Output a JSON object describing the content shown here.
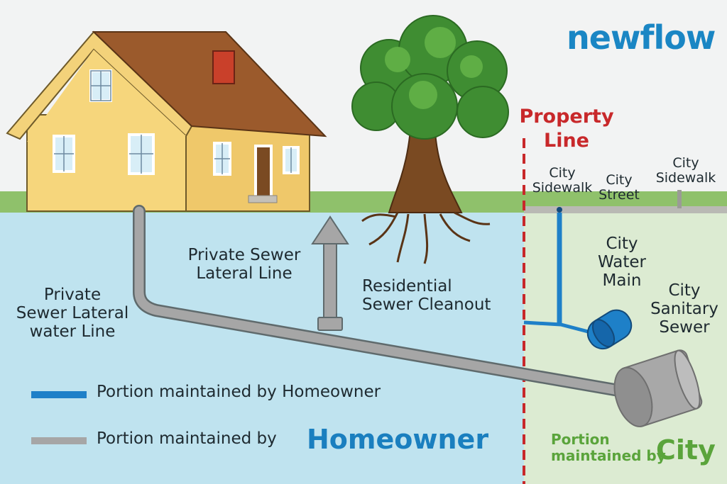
{
  "brand": {
    "logo_text": "newflow",
    "logo_color": "#1a86c4"
  },
  "colors": {
    "sky": "#f2f3f3",
    "grass": "#8fc16b",
    "soil_private": "#bfe3ef",
    "soil_city": "#dcebd2",
    "property_line": "#c8282a",
    "pipe_gray": "#a6a6a6",
    "pipe_blue": "#1e80c8",
    "city_green": "#5aa43b",
    "homeowner_blue": "#1a7fbf"
  },
  "labels": {
    "property_line": "Property\nLine",
    "city_sidewalk_left": "City\nSidewalk",
    "city_street": "City\nStreet",
    "city_sidewalk_right": "City\nSidewalk",
    "city_water_main": "City\nWater\nMain",
    "city_sanitary_sewer": "City\nSanitary\nSewer",
    "private_sewer_lateral_water_line": "Private\nSewer Lateral\nwater Line",
    "private_sewer_lateral_line": "Private Sewer\nLateral Line",
    "residential_sewer_cleanout": "Residential\nSewer Cleanout"
  },
  "legend": {
    "items": [
      {
        "text": "Portion maintained by Homeowner",
        "swatch": "blue"
      },
      {
        "text": "Portion maintained by",
        "emphasis": "Homeowner",
        "swatch": "gray"
      }
    ]
  },
  "city_portion": {
    "text": "Portion\nmaintained by",
    "emphasis": "City"
  }
}
